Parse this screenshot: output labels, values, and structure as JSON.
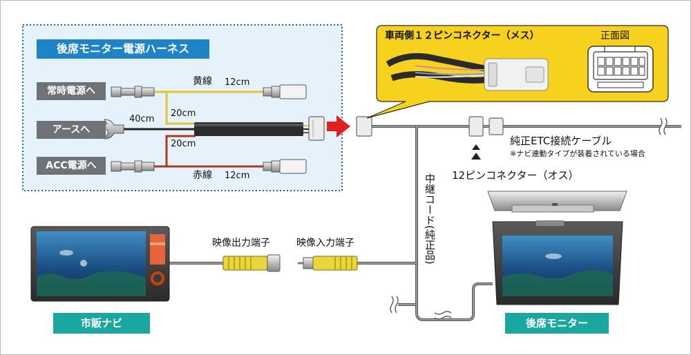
{
  "harness": {
    "title": "後席モニター電源ハーネス",
    "sources": {
      "constant": "常時電源へ",
      "ground": "アースへ",
      "acc": "ACC電源へ"
    },
    "yellow_wire": "黄線",
    "yellow_length": "12cm",
    "red_wire": "赤線",
    "red_length": "12cm",
    "ground_length": "40cm",
    "branch_upper_length": "20cm",
    "branch_lower_length": "20cm"
  },
  "vehicle_connector": {
    "title": "車両側１２ピンコネクター（メス）",
    "front_view": "正面図"
  },
  "etc_cable": {
    "label": "純正ETC接続ケーブル",
    "note": "※ナビ連動タイプが装着されている場合"
  },
  "male_connector": "12ピンコネクター（オス）",
  "relay_cord": "中継コード(純正品)",
  "video_output": "映像出力端子",
  "video_input": "映像入力端子",
  "navi_label": "市販ナビ",
  "rear_monitor_label": "後席モニター",
  "colors": {
    "harness_title_bg": "#1f83c7",
    "harness_panel_bg": "#e6f2fb",
    "harness_border": "#1f5fa8",
    "callout_bg": "#f6d21f",
    "tag_gray": "#6f7378",
    "tag_teal": "#1aa7a0",
    "arrow_red": "#e0201f",
    "rca_yellow": "#e8d63a",
    "yellow_wire": "#e0c531",
    "red_wire": "#a83a22"
  }
}
